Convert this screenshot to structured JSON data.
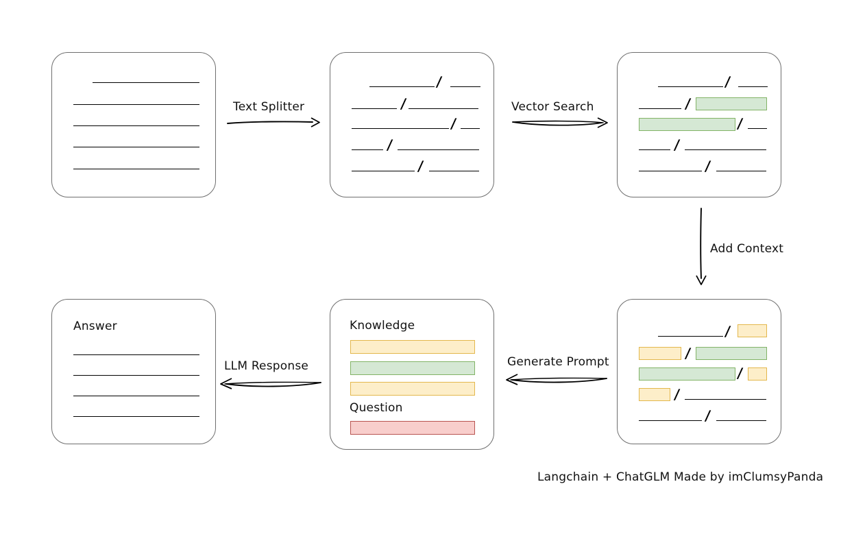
{
  "diagram": {
    "title_note": "Langchain + ChatGLM Made by imClumsyPanda",
    "colors": {
      "box_border": "#6e6e6e",
      "line": "#000000",
      "green_fill": "#d5e8d4",
      "green_border": "#82b366",
      "yellow_fill": "#fdeec9",
      "yellow_border": "#e3b74c",
      "red_fill": "#f8cecc",
      "red_border": "#b85450"
    },
    "nodes": {
      "source_document": {
        "label": "",
        "line_count": 5
      },
      "split_document": {
        "label": "",
        "line_count": 5
      },
      "vector_matched_document": {
        "label": "",
        "line_count": 5,
        "highlight_count": 2
      },
      "context_document": {
        "label": "",
        "line_count": 5,
        "green_count": 2,
        "yellow_count": 4
      },
      "prompt_box": {
        "knowledge_label": "Knowledge",
        "question_label": "Question",
        "knowledge_chips": [
          "yellow",
          "green",
          "yellow"
        ],
        "question_chips": [
          "red"
        ]
      },
      "answer_box": {
        "label": "Answer",
        "line_count": 4
      }
    },
    "arrows": [
      {
        "name": "text-splitter",
        "label": "Text Splitter",
        "direction": "right"
      },
      {
        "name": "vector-search",
        "label": "Vector Search",
        "direction": "right"
      },
      {
        "name": "add-context",
        "label": "Add Context",
        "direction": "down"
      },
      {
        "name": "generate-prompt",
        "label": "Generate Prompt",
        "direction": "left"
      },
      {
        "name": "llm-response",
        "label": "LLM Response",
        "direction": "left"
      }
    ]
  }
}
